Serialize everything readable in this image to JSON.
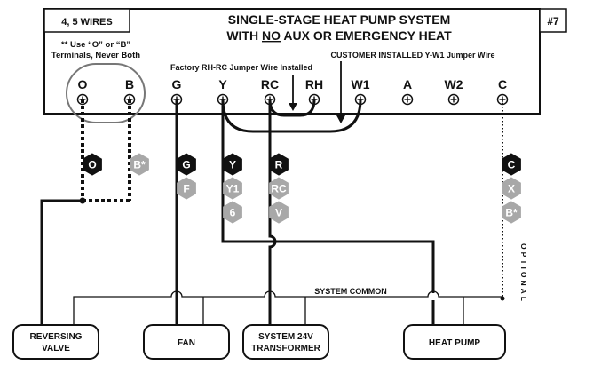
{
  "header": {
    "wires_label": "4, 5 WIRES",
    "title_line1": "SINGLE-STAGE HEAT PUMP SYSTEM",
    "title_line2_pre": "WITH ",
    "title_line2_no": "NO",
    "title_line2_post": " AUX OR EMERGENCY HEAT",
    "diagram_number": "#7"
  },
  "notes": {
    "ob_note_line1": "** Use “O” or “B”",
    "ob_note_line2": "Terminals, Never Both",
    "factory_jumper": "Factory RH-RC Jumper Wire Installed",
    "customer_jumper": "CUSTOMER INSTALLED Y-W1 Jumper Wire",
    "system_common": "SYSTEM COMMON",
    "optional": "OPTIONAL"
  },
  "terminals": [
    {
      "label": "O"
    },
    {
      "label": "B"
    },
    {
      "label": "G"
    },
    {
      "label": "Y"
    },
    {
      "label": "RC"
    },
    {
      "label": "RH"
    },
    {
      "label": "W1"
    },
    {
      "label": "A"
    },
    {
      "label": "W2"
    },
    {
      "label": "C"
    }
  ],
  "wire_tags": {
    "o": [
      "O"
    ],
    "b": [
      "B*"
    ],
    "g": [
      "G",
      "F"
    ],
    "y": [
      "Y",
      "Y1",
      "6"
    ],
    "rc": [
      "R",
      "RC",
      "V"
    ],
    "c": [
      "C",
      "X",
      "B*"
    ]
  },
  "equipment": {
    "reversing_valve_line1": "REVERSING",
    "reversing_valve_line2": "VALVE",
    "fan": "FAN",
    "transformer_line1": "SYSTEM 24V",
    "transformer_line2": "TRANSFORMER",
    "heat_pump": "HEAT PUMP"
  }
}
